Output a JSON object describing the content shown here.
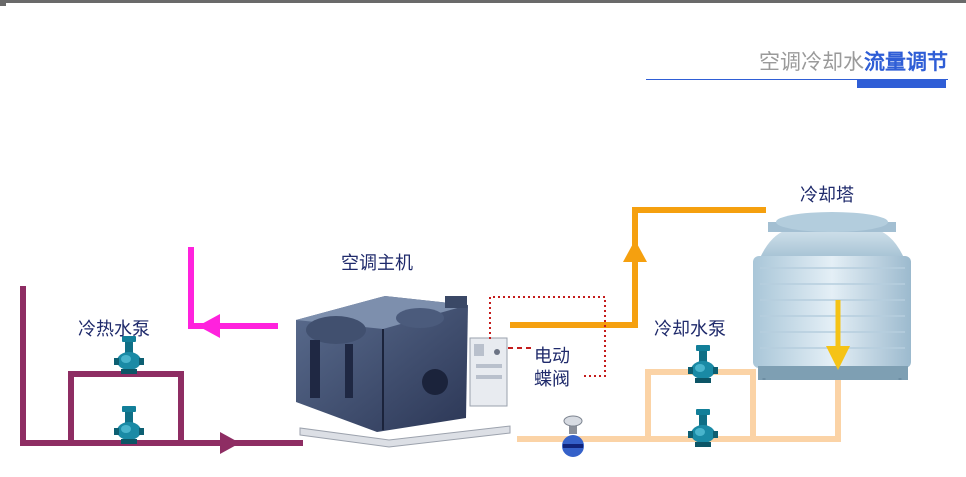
{
  "header": {
    "title_prefix": "空调冷却水",
    "title_highlight": "流量调节"
  },
  "labels": {
    "chiller": "空调主机",
    "cooling_tower": "冷却塔",
    "chilled_water_pump": "冷热水泵",
    "cooling_water_pump": "冷却水泵",
    "valve_line1": "电动",
    "valve_line2": "蝶阀"
  },
  "colors": {
    "chilled_pipe": "#8e2d63",
    "chilled_supply_arrow": "#ff22dd",
    "cooling_hot_pipe": "#f5a00f",
    "cooling_return_pipe": "#fbd3a6",
    "accent": "#2f5ed6",
    "label_text": "#1f2a6b",
    "control_dotted": "#c41c1c"
  },
  "icons": {
    "pump": "centrifugal-pump-icon",
    "valve": "butterfly-valve-icon",
    "chiller": "chiller-unit-icon",
    "tower": "cooling-tower-icon"
  }
}
